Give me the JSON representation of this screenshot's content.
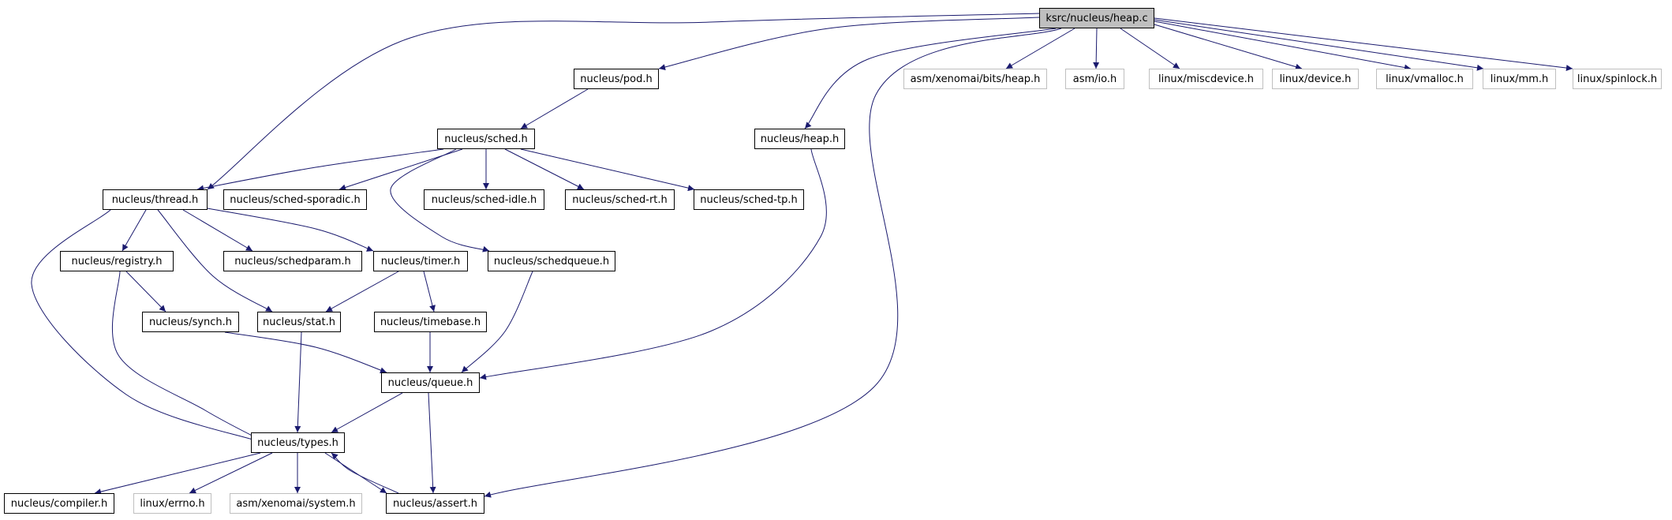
{
  "diagram": {
    "edge_color": "#1a1a6e",
    "nodes": [
      {
        "id": "heap_c",
        "label": "ksrc/nucleus/heap.c",
        "style": "root"
      },
      {
        "id": "pod_h",
        "label": "nucleus/pod.h",
        "style": "normal"
      },
      {
        "id": "sched_h",
        "label": "nucleus/sched.h",
        "style": "normal"
      },
      {
        "id": "heap_h",
        "label": "nucleus/heap.h",
        "style": "normal"
      },
      {
        "id": "asm_bits_heap",
        "label": "asm/xenomai/bits/heap.h",
        "style": "external"
      },
      {
        "id": "asm_io",
        "label": "asm/io.h",
        "style": "external"
      },
      {
        "id": "linux_miscdevice",
        "label": "linux/miscdevice.h",
        "style": "external"
      },
      {
        "id": "linux_device",
        "label": "linux/device.h",
        "style": "external"
      },
      {
        "id": "linux_vmalloc",
        "label": "linux/vmalloc.h",
        "style": "external"
      },
      {
        "id": "linux_mm",
        "label": "linux/mm.h",
        "style": "external"
      },
      {
        "id": "linux_spinlock",
        "label": "linux/spinlock.h",
        "style": "external"
      },
      {
        "id": "thread_h",
        "label": "nucleus/thread.h",
        "style": "normal"
      },
      {
        "id": "sched_sporadic",
        "label": "nucleus/sched-sporadic.h",
        "style": "normal"
      },
      {
        "id": "sched_idle",
        "label": "nucleus/sched-idle.h",
        "style": "normal"
      },
      {
        "id": "sched_rt",
        "label": "nucleus/sched-rt.h",
        "style": "normal"
      },
      {
        "id": "sched_tp",
        "label": "nucleus/sched-tp.h",
        "style": "normal"
      },
      {
        "id": "registry_h",
        "label": "nucleus/registry.h",
        "style": "normal"
      },
      {
        "id": "schedparam_h",
        "label": "nucleus/schedparam.h",
        "style": "normal"
      },
      {
        "id": "timer_h",
        "label": "nucleus/timer.h",
        "style": "normal"
      },
      {
        "id": "schedqueue_h",
        "label": "nucleus/schedqueue.h",
        "style": "normal"
      },
      {
        "id": "synch_h",
        "label": "nucleus/synch.h",
        "style": "normal"
      },
      {
        "id": "stat_h",
        "label": "nucleus/stat.h",
        "style": "normal"
      },
      {
        "id": "timebase_h",
        "label": "nucleus/timebase.h",
        "style": "normal"
      },
      {
        "id": "queue_h",
        "label": "nucleus/queue.h",
        "style": "normal"
      },
      {
        "id": "types_h",
        "label": "nucleus/types.h",
        "style": "normal"
      },
      {
        "id": "compiler_h",
        "label": "nucleus/compiler.h",
        "style": "normal"
      },
      {
        "id": "linux_errno",
        "label": "linux/errno.h",
        "style": "external"
      },
      {
        "id": "asm_system",
        "label": "asm/xenomai/system.h",
        "style": "external"
      },
      {
        "id": "assert_h",
        "label": "nucleus/assert.h",
        "style": "normal"
      }
    ],
    "edges": [
      {
        "from": "heap_c",
        "to": "pod_h"
      },
      {
        "from": "heap_c",
        "to": "thread_h"
      },
      {
        "from": "heap_c",
        "to": "heap_h"
      },
      {
        "from": "heap_c",
        "to": "assert_h"
      },
      {
        "from": "heap_c",
        "to": "asm_bits_heap"
      },
      {
        "from": "heap_c",
        "to": "asm_io"
      },
      {
        "from": "heap_c",
        "to": "linux_miscdevice"
      },
      {
        "from": "heap_c",
        "to": "linux_device"
      },
      {
        "from": "heap_c",
        "to": "linux_vmalloc"
      },
      {
        "from": "heap_c",
        "to": "linux_mm"
      },
      {
        "from": "heap_c",
        "to": "linux_spinlock"
      },
      {
        "from": "pod_h",
        "to": "sched_h"
      },
      {
        "from": "sched_h",
        "to": "thread_h"
      },
      {
        "from": "sched_h",
        "to": "sched_sporadic"
      },
      {
        "from": "sched_h",
        "to": "sched_idle"
      },
      {
        "from": "sched_h",
        "to": "sched_rt"
      },
      {
        "from": "sched_h",
        "to": "sched_tp"
      },
      {
        "from": "sched_h",
        "to": "schedqueue_h"
      },
      {
        "from": "thread_h",
        "to": "registry_h"
      },
      {
        "from": "thread_h",
        "to": "schedparam_h"
      },
      {
        "from": "thread_h",
        "to": "timer_h"
      },
      {
        "from": "thread_h",
        "to": "stat_h"
      },
      {
        "from": "thread_h",
        "to": "types_h"
      },
      {
        "from": "registry_h",
        "to": "synch_h"
      },
      {
        "from": "registry_h",
        "to": "types_h"
      },
      {
        "from": "timer_h",
        "to": "stat_h"
      },
      {
        "from": "timer_h",
        "to": "timebase_h"
      },
      {
        "from": "synch_h",
        "to": "queue_h"
      },
      {
        "from": "stat_h",
        "to": "types_h"
      },
      {
        "from": "timebase_h",
        "to": "queue_h"
      },
      {
        "from": "schedqueue_h",
        "to": "queue_h"
      },
      {
        "from": "heap_h",
        "to": "queue_h"
      },
      {
        "from": "queue_h",
        "to": "types_h"
      },
      {
        "from": "queue_h",
        "to": "assert_h"
      },
      {
        "from": "types_h",
        "to": "compiler_h"
      },
      {
        "from": "types_h",
        "to": "linux_errno"
      },
      {
        "from": "types_h",
        "to": "asm_system"
      },
      {
        "from": "types_h",
        "to": "assert_h"
      },
      {
        "from": "assert_h",
        "to": "types_h"
      }
    ]
  }
}
